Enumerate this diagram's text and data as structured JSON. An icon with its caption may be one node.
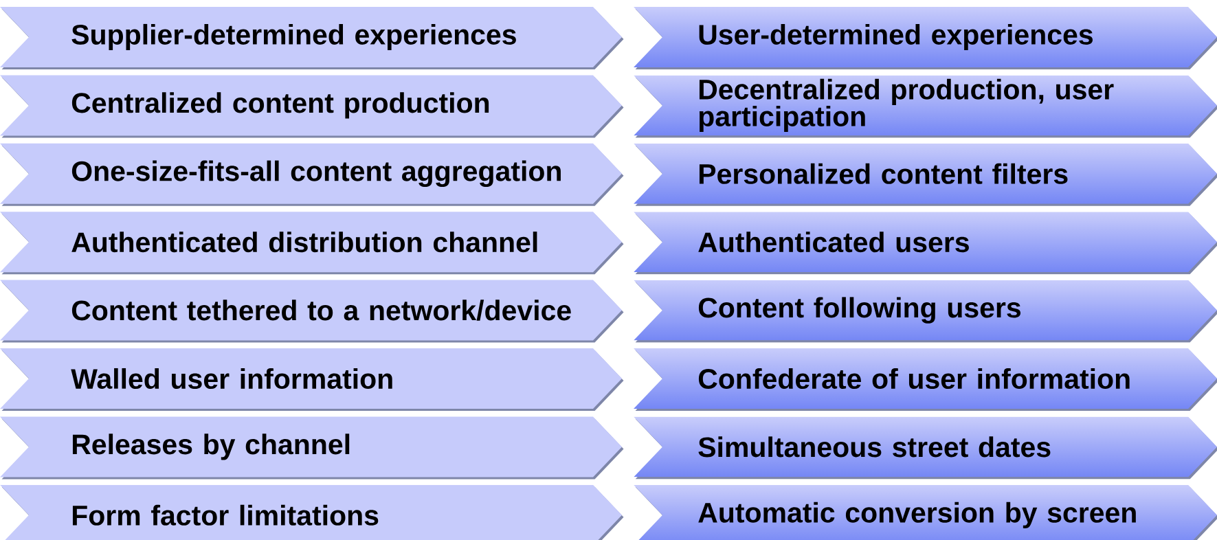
{
  "diagram": {
    "nodes": [
      {
        "text": [
          "Supplier-determined experiences"
        ]
      },
      {
        "text": [
          "User-determined experiences"
        ]
      },
      {
        "text": [
          "Centralized content production"
        ]
      },
      {
        "text": [
          "Decentralized production, user participation"
        ]
      },
      {
        "text": [
          "One-size-fits-all content aggregation"
        ]
      },
      {
        "text": [
          "Personalized content filters"
        ]
      },
      {
        "text": [
          "Authenticated distribution channel"
        ]
      },
      {
        "text": [
          "Authenticated users"
        ]
      },
      {
        "text": [
          "Content tethered to a network/device"
        ]
      },
      {
        "text": [
          "Content following users"
        ]
      },
      {
        "text": [
          "Walled user information"
        ]
      },
      {
        "text": [
          "Confederate of user information"
        ]
      },
      {
        "text": [
          "Releases by channel"
        ]
      },
      {
        "text": [
          "Simultaneous street dates"
        ]
      },
      {
        "text": [
          "Form factor limitations"
        ]
      },
      {
        "text": [
          "Automatic conversion by screen"
        ]
      }
    ]
  }
}
